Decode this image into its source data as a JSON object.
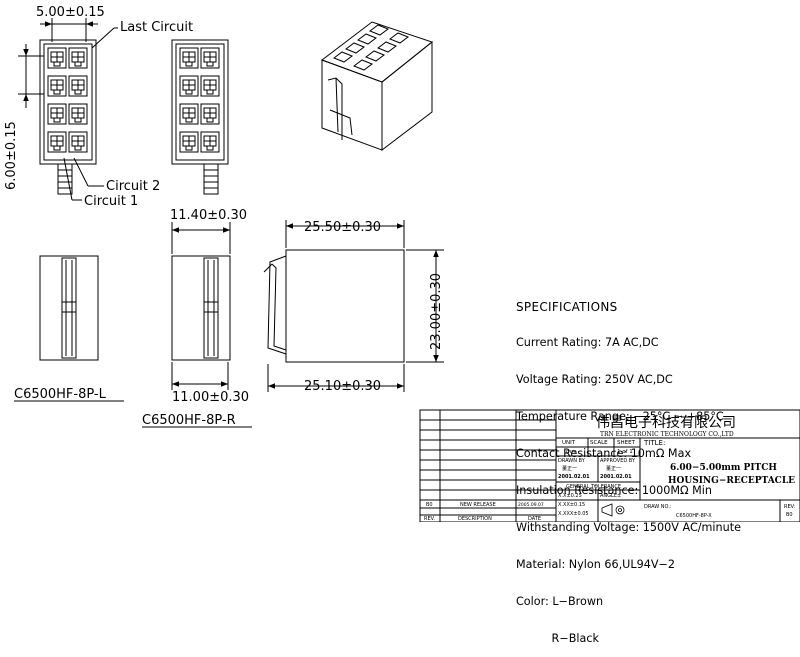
{
  "dimensions": {
    "top_pitch": "5.00±0.15",
    "left_pitch": "6.00±0.15",
    "width_top": "11.40±0.30",
    "width_bottom": "11.00±0.30",
    "length_top": "25.50±0.30",
    "length_bottom": "25.10±0.30",
    "height": "23.00±0.30"
  },
  "callouts": {
    "last_circuit": "Last Circuit",
    "circuit_2": "Circuit 2",
    "circuit_1": "Circuit 1"
  },
  "part_labels": {
    "left": "C6500HF-8P-L",
    "right": "C6500HF-8P-R"
  },
  "specifications": {
    "title": "SPECIFICATIONS",
    "lines": [
      "Current Rating: 7A AC,DC",
      "Voltage Rating: 250V AC,DC",
      "Temperature Range: −25°C ~ +85°C",
      "Contact Resistance: 10mΩ Max",
      "Insulation Resistance: 1000MΩ Min",
      "Withstanding Voltage: 1500V AC/minute",
      "Material: Nylon 66,UL94V−2",
      "Color: L−Brown",
      "          R−Black"
    ]
  },
  "title_block": {
    "company_cn": "伟昌电子科技有限公司",
    "company_en": "TRN ELECTRONIC TECHNOLOGY CO.,LTD",
    "unit_label": "UNIT",
    "unit_value": "mm",
    "scale_label": "SCALE",
    "sheet_label": "SHEET",
    "sheet_value": "1 of 1",
    "title_label": "TITLE:",
    "title_line1": "6.00−5.00mm PITCH",
    "title_line2": "HOUSING−RECEPTACLE",
    "drawn_by_label": "DRAWN BY",
    "drawn_by_name": "董正一",
    "drawn_date": "2001.02.01",
    "approved_by_label": "APPROVED BY",
    "approved_by_name": "董正一",
    "approved_date": "2001.02.01",
    "general_tolerance": "GENERAL TOLERANCE",
    "tol_x": "X.X±0.25",
    "tol_xx": "X.XX±0.15",
    "tol_xxx": "X.XXX±0.05",
    "angle": "ANGLE±",
    "drawing_no_label": "DRAW NO.:",
    "drawing_no": "C6500HF-8P-X",
    "rev_label": "REV:",
    "rev_value": "B0",
    "rev_row_rev": "B0",
    "rev_row_desc": "NEW RELEASE",
    "rev_row_date": "2005.09.07",
    "col_rev": "REV.",
    "col_description": "DESCRIPTION",
    "col_date": "DATE"
  }
}
